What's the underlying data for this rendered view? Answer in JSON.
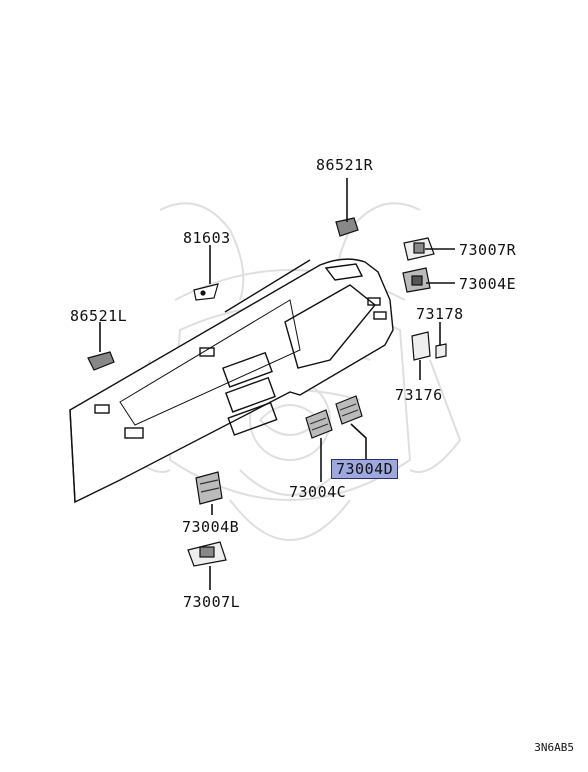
{
  "diagram": {
    "callouts": [
      {
        "id": "86521R",
        "text": "86521R"
      },
      {
        "id": "81603",
        "text": "81603"
      },
      {
        "id": "73007R",
        "text": "73007R"
      },
      {
        "id": "73004E",
        "text": "73004E"
      },
      {
        "id": "86521L",
        "text": "86521L"
      },
      {
        "id": "73178",
        "text": "73178"
      },
      {
        "id": "73176",
        "text": "73176"
      },
      {
        "id": "73004D",
        "text": "73004D",
        "highlighted": true
      },
      {
        "id": "73004C",
        "text": "73004C"
      },
      {
        "id": "73004B",
        "text": "73004B"
      },
      {
        "id": "73007L",
        "text": "73007L"
      }
    ],
    "diagram_code": "3N6AB5",
    "highlight_color": "#9fa8dc"
  }
}
